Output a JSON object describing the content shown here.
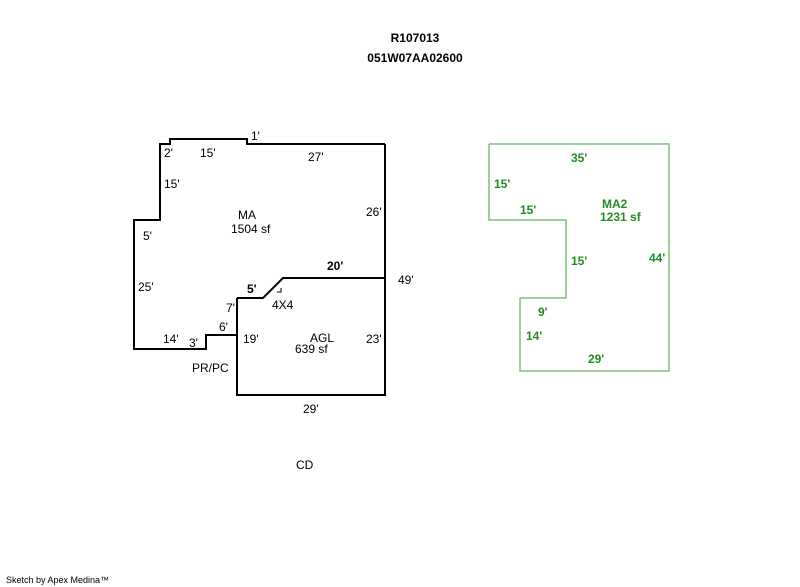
{
  "header": {
    "parcel_id": "R107013",
    "map_number": "051W07AA02600"
  },
  "colors": {
    "main_outline": "#000000",
    "ma2_outline": "#7fbf7f",
    "ma2_text": "#228B22"
  },
  "areas": {
    "ma": {
      "name": "MA",
      "size": "1504 sf"
    },
    "agl": {
      "name": "AGL",
      "size": "639 sf"
    },
    "ma2": {
      "name": "MA2",
      "size": "1231 sf"
    }
  },
  "ma_dims": {
    "top_step": "1'",
    "left_notch": "2'",
    "top_left": "15'",
    "top_right": "27'",
    "left_upper": "15'",
    "right_upper": "26'",
    "left_step": "5'",
    "left_lower": "25'",
    "bottom_left": "14'",
    "bottom_notch": "3'",
    "notch_top": "6'",
    "inner_left": "7'",
    "inner_top": "5'",
    "total_right": "49'"
  },
  "agl_dims": {
    "top": "20'",
    "left": "19'",
    "right": "23'",
    "bottom": "29'",
    "corner_label": "4X4"
  },
  "ma2_dims": {
    "top": "35'",
    "left_upper": "15'",
    "step_upper": "15'",
    "step_mid": "15'",
    "right": "44'",
    "step_lower": "9'",
    "left_lower": "14'",
    "bottom": "29'"
  },
  "labels": {
    "porch": "PR/PC",
    "cd": "CD"
  },
  "footer": {
    "credit": "Sketch by Apex Medina™"
  }
}
